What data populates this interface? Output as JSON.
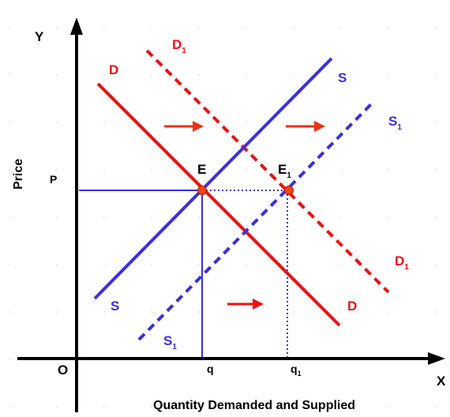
{
  "axes": {
    "y_axis_letter": "Y",
    "x_axis_letter": "X",
    "origin": "O",
    "y_title": "Price",
    "x_title": "Quantity Demanded and Supplied"
  },
  "price_label": "P",
  "quantity_labels": {
    "q": "q",
    "q1_base": "q",
    "q1_sub": "1"
  },
  "equilibria": {
    "E": "E",
    "E1_base": "E",
    "E1_sub": "1"
  },
  "curve_labels": {
    "D": "D",
    "S": "S",
    "D1_base": "D",
    "D1_sub": "1",
    "S1_base": "S",
    "S1_sub": "1"
  },
  "colors": {
    "demand": "#ee1111",
    "supply": "#3a2fe0",
    "axis": "#000000",
    "point": "#ee4411",
    "arrow": "#ee3311"
  },
  "arrows": [
    "right-arrow",
    "right-arrow",
    "right-arrow"
  ]
}
